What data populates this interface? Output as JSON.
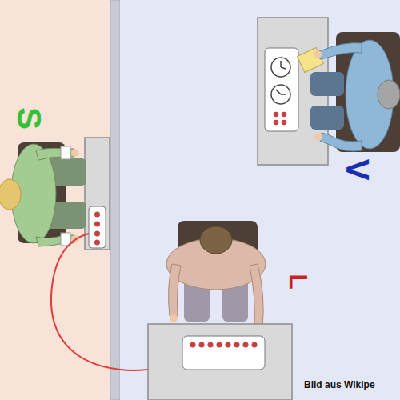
{
  "diagram": {
    "labels": [
      "S",
      "V",
      "L",
      "Bild aus Wikipe"
    ]
  }
}
